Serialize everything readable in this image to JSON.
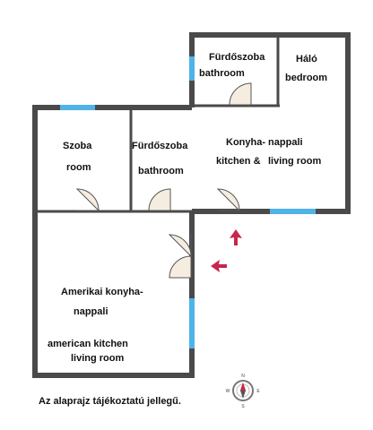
{
  "rooms": {
    "bathroom_top": {
      "hu": "Fürdőszoba",
      "en": "bathroom"
    },
    "bedroom": {
      "hu": "Háló",
      "en": "bedroom"
    },
    "room": {
      "hu": "Szoba",
      "en": "room"
    },
    "bathroom_mid": {
      "hu": "Fürdőszoba",
      "en": "bathroom"
    },
    "kitchen_living_top": {
      "hu": "Konyha- nappali",
      "en_1": "kitchen &",
      "en_2": "living room"
    },
    "american_kitchen": {
      "hu_1": "Amerikai konyha-",
      "hu_2": "nappali",
      "en_1": "american kitchen",
      "en_2": "living room"
    }
  },
  "disclaimer": "Az alaprajz tájékoztatú jellegű.",
  "compass": {
    "letters": [
      "N",
      "E",
      "S",
      "W"
    ]
  },
  "colors": {
    "wall": "#4a4a4a",
    "window": "#4fb3e8",
    "entrance_arrow": "#c8264a",
    "door_fill": "#f6ede1"
  }
}
